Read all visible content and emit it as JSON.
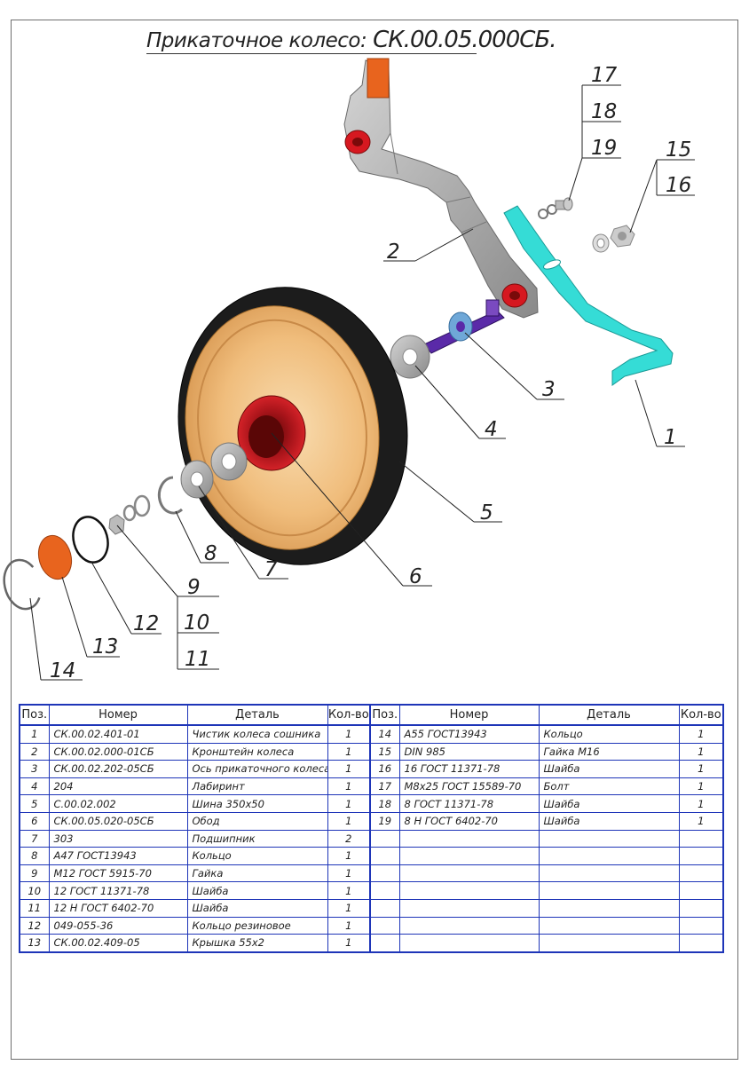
{
  "drawing": {
    "title_name": "Прикаточное колесо:",
    "title_code": "СК.00.05.000СБ.",
    "callouts": [
      "1",
      "2",
      "3",
      "4",
      "5",
      "6",
      "7",
      "8",
      "9",
      "10",
      "11",
      "12",
      "13",
      "14",
      "15",
      "16",
      "17",
      "18",
      "19"
    ]
  },
  "colors": {
    "table_border": "#1e35b8",
    "wheel_rim": "#e8a45c",
    "tire": "#1c1c1c",
    "hub": "#c0161c",
    "bracket": "#a8a8a8",
    "scraper": "#35dcd6",
    "axle": "#5a2aa8",
    "cap": "#e8641e"
  },
  "table": {
    "headers": [
      "Поз.",
      "Номер",
      "Деталь",
      "Кол-во",
      "Поз.",
      "Номер",
      "Деталь",
      "Кол-во"
    ],
    "left": [
      {
        "pos": "1",
        "num": "СК.00.02.401-01",
        "part": "Чистик колеса сошника",
        "qty": "1"
      },
      {
        "pos": "2",
        "num": "СК.00.02.000-01СБ",
        "part": "Кронштейн колеса",
        "qty": "1"
      },
      {
        "pos": "3",
        "num": "СК.00.02.202-05СБ",
        "part": "Ось прикаточного колеса",
        "qty": "1"
      },
      {
        "pos": "4",
        "num": "204",
        "part": "Лабиринт",
        "qty": "1"
      },
      {
        "pos": "5",
        "num": "С.00.02.002",
        "part": "Шина 350х50",
        "qty": "1"
      },
      {
        "pos": "6",
        "num": "СК.00.05.020-05СБ",
        "part": "Обод",
        "qty": "1"
      },
      {
        "pos": "7",
        "num": "303",
        "part": "Подшипник",
        "qty": "2"
      },
      {
        "pos": "8",
        "num": "А47 ГОСТ13943",
        "part": "Кольцо",
        "qty": "1"
      },
      {
        "pos": "9",
        "num": "М12 ГОСТ 5915-70",
        "part": "Гайка",
        "qty": "1"
      },
      {
        "pos": "10",
        "num": "12 ГОСТ 11371-78",
        "part": "Шайба",
        "qty": "1"
      },
      {
        "pos": "11",
        "num": "12 Н ГОСТ 6402-70",
        "part": "Шайба",
        "qty": "1"
      },
      {
        "pos": "12",
        "num": "049-055-36",
        "part": "Кольцо резиновое",
        "qty": "1"
      },
      {
        "pos": "13",
        "num": "СК.00.02.409-05",
        "part": "Крышка 55х2",
        "qty": "1"
      }
    ],
    "right": [
      {
        "pos": "14",
        "num": "А55 ГОСТ13943",
        "part": "Кольцо",
        "qty": "1"
      },
      {
        "pos": "15",
        "num": "DIN 985",
        "part": "Гайка М16",
        "qty": "1"
      },
      {
        "pos": "16",
        "num": "16 ГОСТ 11371-78",
        "part": "Шайба",
        "qty": "1"
      },
      {
        "pos": "17",
        "num": "М8х25 ГОСТ 15589-70",
        "part": "Болт",
        "qty": "1"
      },
      {
        "pos": "18",
        "num": "8 ГОСТ 11371-78",
        "part": "Шайба",
        "qty": "1"
      },
      {
        "pos": "19",
        "num": "8 Н ГОСТ 6402-70",
        "part": "Шайба",
        "qty": "1"
      },
      {
        "pos": "",
        "num": "",
        "part": "",
        "qty": ""
      },
      {
        "pos": "",
        "num": "",
        "part": "",
        "qty": ""
      },
      {
        "pos": "",
        "num": "",
        "part": "",
        "qty": ""
      },
      {
        "pos": "",
        "num": "",
        "part": "",
        "qty": ""
      },
      {
        "pos": "",
        "num": "",
        "part": "",
        "qty": ""
      },
      {
        "pos": "",
        "num": "",
        "part": "",
        "qty": ""
      },
      {
        "pos": "",
        "num": "",
        "part": "",
        "qty": ""
      }
    ]
  }
}
